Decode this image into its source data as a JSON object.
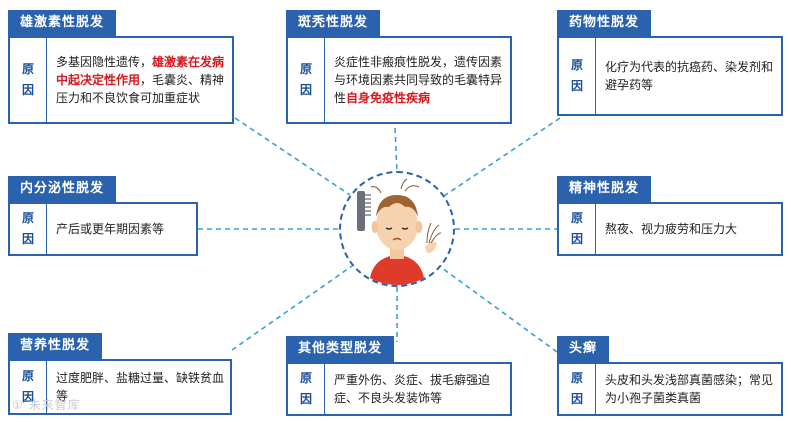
{
  "cards": {
    "androgenic": {
      "title": "雄激素性脱发",
      "label": "原因",
      "text_before": "多基因隐性遗传，",
      "text_highlight": "雄激素在发病中起决定性作用",
      "text_after": "，毛囊炎、精神压力和不良饮食可加重症状"
    },
    "alopecia_areata": {
      "title": "斑秃性脱发",
      "label": "原因",
      "text_before": "炎症性非瘢痕性脱发，遗传因素与环境因素共同导致的毛囊特异性",
      "text_highlight": "自身免疫性疾病",
      "text_after": ""
    },
    "drug": {
      "title": "药物性脱发",
      "label": "原因",
      "text": "化疗为代表的抗癌药、染发剂和避孕药等"
    },
    "endocrine": {
      "title": "内分泌性脱发",
      "label": "原因",
      "text": "产后或更年期因素等"
    },
    "mental": {
      "title": "精神性脱发",
      "label": "原因",
      "text": "熬夜、视力疲劳和压力大"
    },
    "nutritional": {
      "title": "营养性脱发",
      "label": "原因",
      "text": "过度肥胖、盐糖过量、缺铁贫血等"
    },
    "other": {
      "title": "其他类型脱发",
      "label": "原因",
      "text": "严重外伤、炎症、拔毛癖强迫症、不良头发装饰等"
    },
    "tinea": {
      "title": "头癣",
      "label": "原因",
      "text": "头皮和头发浅部真菌感染；常见为小孢子菌类真菌"
    }
  },
  "watermark": "① 未来智库",
  "colors": {
    "primary": "#2a62ad",
    "highlight": "#d7191e"
  }
}
